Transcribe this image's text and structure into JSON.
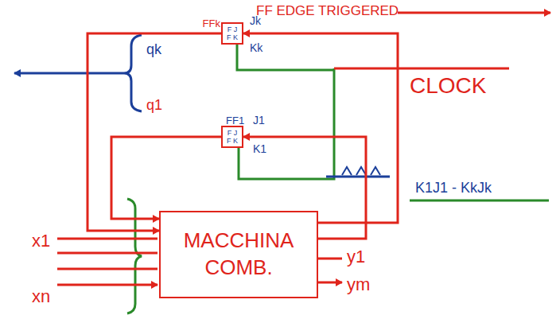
{
  "diagram": {
    "nodes": [
      {
        "text": [
          "FFk",
          "F J F K"
        ]
      },
      {
        "text": [
          "FF1",
          "F J F K"
        ]
      },
      {
        "text": [
          "MACCHINA COMB."
        ]
      }
    ],
    "edges": [
      {
        "from": 0,
        "to": 2,
        "arrow": "to"
      },
      {
        "from": 1,
        "to": 2,
        "arrow": "to"
      },
      {
        "from": 2,
        "to": 0,
        "arrow": "to"
      },
      {
        "from": 2,
        "to": 1,
        "arrow": "to"
      }
    ],
    "labels": [
      "FF EDGE TRIGGERED",
      "Jk",
      "Kk",
      "qk",
      "q1",
      "J1",
      "K1",
      "CLOCK",
      "K1J1 - KkJk",
      "x1",
      "xn",
      "y1",
      "ym"
    ]
  }
}
